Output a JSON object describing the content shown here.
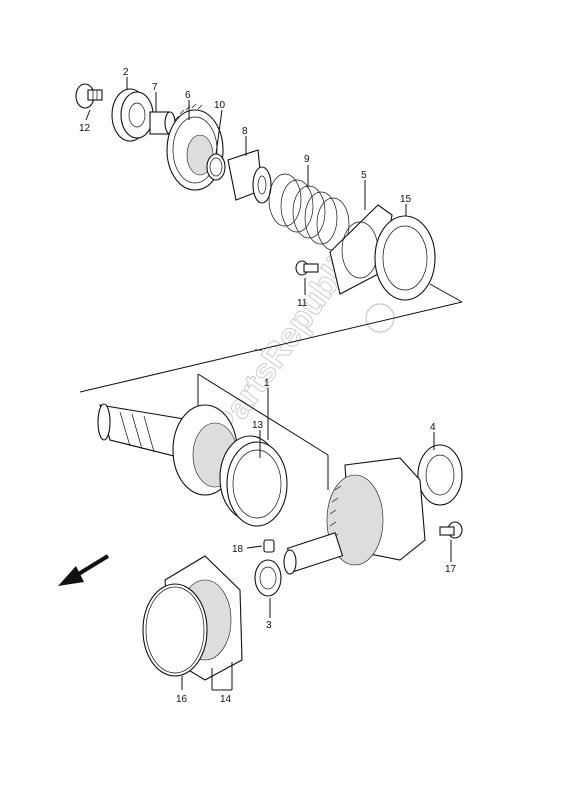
{
  "diagram": {
    "watermark": "PartsRepublik",
    "callouts": {
      "c1": "1",
      "c2": "2",
      "c3": "3",
      "c4": "4",
      "c5": "5",
      "c6": "6",
      "c7": "7",
      "c8": "8",
      "c9": "9",
      "c10": "10",
      "c11": "11",
      "c12": "12",
      "c13": "13",
      "c14": "14",
      "c15": "15",
      "c16": "16",
      "c17": "17",
      "c18": "18"
    }
  }
}
